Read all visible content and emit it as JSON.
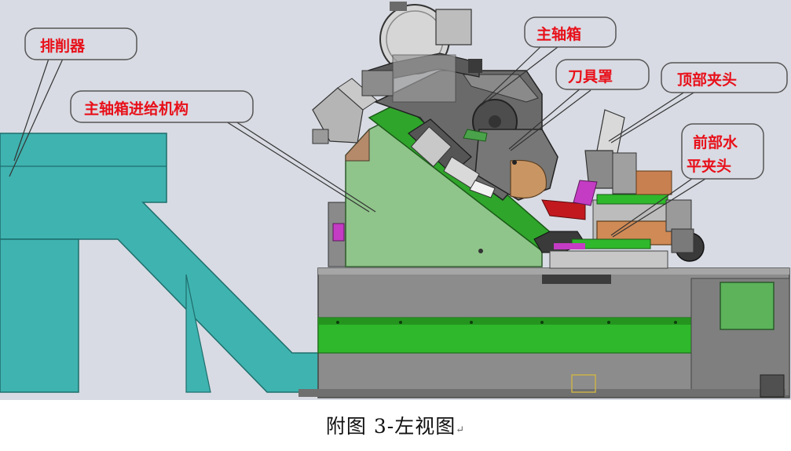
{
  "labels": {
    "chip_remover": "排削器",
    "spindle_feed": "主轴箱进给机构",
    "spindle_box": "主轴箱",
    "tool_cover": "刀具罩",
    "top_clamp": "顶部夹头",
    "front_clamp_line1": "前部水",
    "front_clamp_line2": "平夹头"
  },
  "caption": {
    "text": "附图 3-左视图",
    "return_mark": "↵"
  },
  "colors": {
    "background": "#d8dbe3",
    "conveyor": "#3fb3b0",
    "machine_gray": "#8c8c8c",
    "green_panel": "#2fb82b",
    "light_green": "#7fbf7a",
    "label_red": "#e8101a",
    "callout_border": "#555555"
  }
}
